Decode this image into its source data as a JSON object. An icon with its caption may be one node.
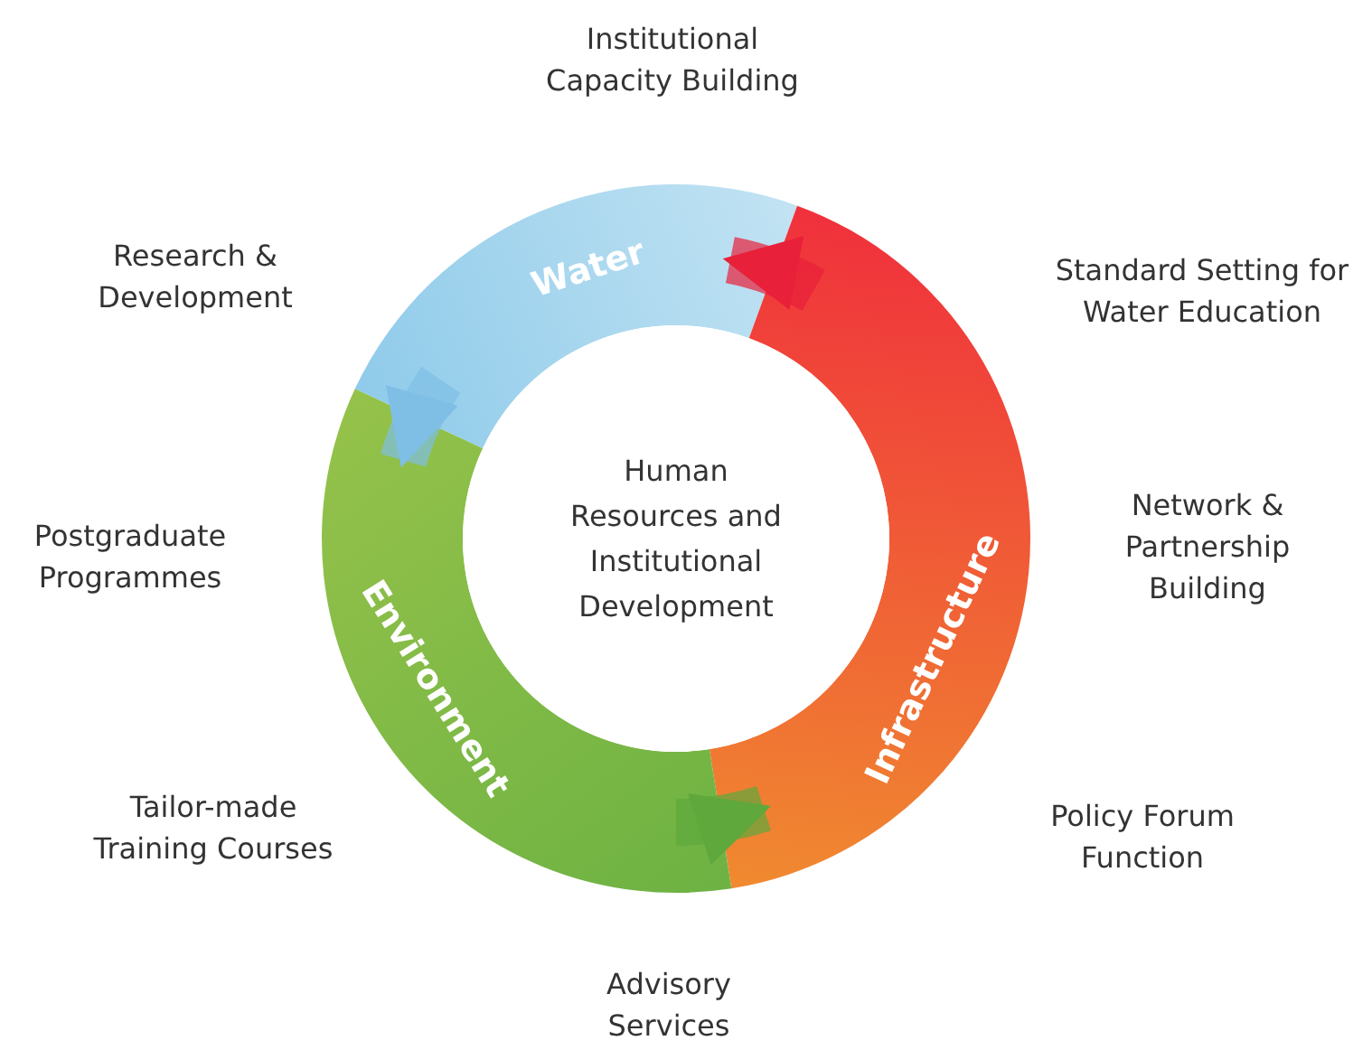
{
  "diagram": {
    "nodes": [
      {
        "text": [
          "Human Resources and Institutional Development"
        ]
      },
      {
        "text": [
          "Water"
        ]
      },
      {
        "text": [
          "Infrastructure"
        ]
      },
      {
        "text": [
          "Environment"
        ]
      }
    ],
    "edges": [
      {
        "from": 1,
        "to": 3,
        "arrow": "to",
        "color": "#7fbfe6"
      },
      {
        "from": 3,
        "to": 2,
        "arrow": "to",
        "color": "#5ea83c"
      },
      {
        "from": 2,
        "to": 1,
        "arrow": "to",
        "color": "#e8203a"
      }
    ],
    "labels": [
      "Institutional Capacity Building",
      "Research & Development",
      "Standard Setting for Water Education",
      "Network & Partnership Building",
      "Postgraduate Programmes",
      "Tailor-made Training Courses",
      "Policy Forum Function",
      "Advisory Services"
    ]
  }
}
